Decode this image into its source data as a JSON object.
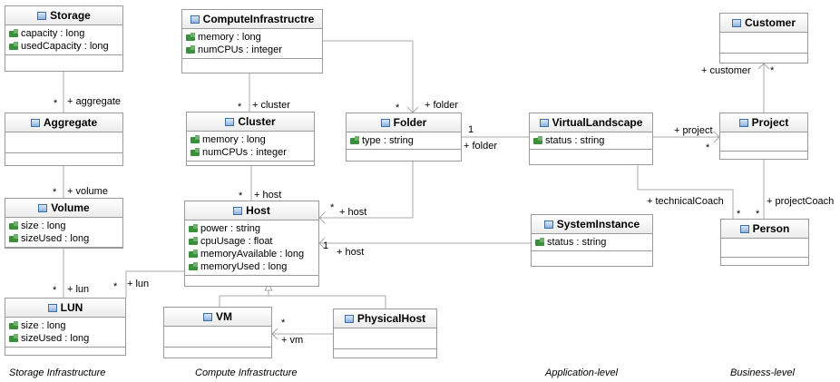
{
  "classes": {
    "storage": {
      "name": "Storage",
      "attrs": [
        "capacity : long",
        "usedCapacity : long"
      ]
    },
    "aggregate": {
      "name": "Aggregate",
      "attrs": []
    },
    "volume": {
      "name": "Volume",
      "attrs": [
        "size : long",
        "sizeUsed : long"
      ]
    },
    "lun": {
      "name": "LUN",
      "attrs": [
        "size : long",
        "sizeUsed : long"
      ]
    },
    "compute": {
      "name": "ComputeInfrastructre",
      "attrs": [
        "memory : long",
        "numCPUs : integer"
      ]
    },
    "cluster": {
      "name": "Cluster",
      "attrs": [
        "memory : long",
        "numCPUs : integer"
      ]
    },
    "host": {
      "name": "Host",
      "attrs": [
        "power : string",
        "cpuUsage : float",
        "memoryAvailable : long",
        "memoryUsed : long"
      ]
    },
    "vm": {
      "name": "VM",
      "attrs": []
    },
    "physicalhost": {
      "name": "PhysicalHost",
      "attrs": []
    },
    "folder": {
      "name": "Folder",
      "attrs": [
        "type : string"
      ]
    },
    "virtuallandscape": {
      "name": "VirtualLandscape",
      "attrs": [
        "status : string"
      ]
    },
    "systeminstance": {
      "name": "SystemInstance",
      "attrs": [
        "status : string"
      ]
    },
    "customer": {
      "name": "Customer",
      "attrs": []
    },
    "project": {
      "name": "Project",
      "attrs": []
    },
    "person": {
      "name": "Person",
      "attrs": []
    }
  },
  "labels": {
    "aggregate_role": "+ aggregate",
    "aggregate_mult": "*",
    "volume_role": "+ volume",
    "volume_mult": "*",
    "lun_role_storage": "+ lun",
    "lun_mult_storage": "*",
    "lun_role_host": "+ lun",
    "lun_mult_host": "*",
    "cluster_role": "+ cluster",
    "cluster_mult": "*",
    "host_role_cluster": "+ host",
    "host_mult_cluster": "*",
    "folder_role": "+ folder",
    "folder_mult": "*",
    "host_role_folder": "+ host",
    "host_mult_folder": "*",
    "folder_one": "1",
    "folder_role_vl": "+ folder",
    "host_one": "1",
    "host_role_si": "+ host",
    "vm_mult": "*",
    "vm_role": "+ vm",
    "project_role": "+ project",
    "project_mult": "*",
    "customer_role": "+ customer",
    "customer_mult": "*",
    "technicalcoach_role": "+ technicalCoach",
    "technicalcoach_mult": "*",
    "projectcoach_role": "+ projectCoach",
    "projectcoach_mult": "*"
  },
  "captions": {
    "storage": "Storage Infrastructure",
    "compute": "Compute Infrastructure",
    "application": "Application-level",
    "business": "Business-level"
  },
  "icons": {
    "class": "class-icon",
    "attribute": "attribute-icon"
  },
  "colors": {
    "class_icon": "#3a6ea5",
    "attribute_icon": "#3a8f3a",
    "connector": "#a8a8a8"
  }
}
